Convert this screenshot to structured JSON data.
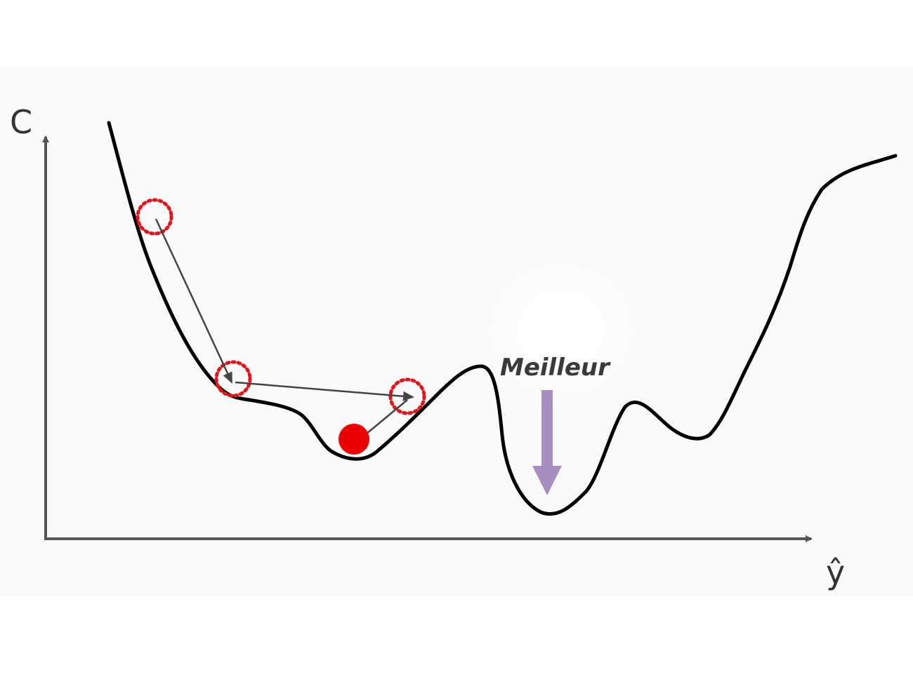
{
  "axes": {
    "y_label": "C",
    "x_label": "ŷ"
  },
  "annotation": {
    "best_label": "Meilleur"
  },
  "colors": {
    "background": "#fafafa",
    "curve": "#000000",
    "axis": "#555555",
    "step_marker": "#e4141b",
    "ball": "#ee0000",
    "best_arrow": "#a48fbf",
    "step_arrow": "#444444"
  },
  "steps": {
    "count": 3,
    "marker_style": "dotted-circle"
  }
}
